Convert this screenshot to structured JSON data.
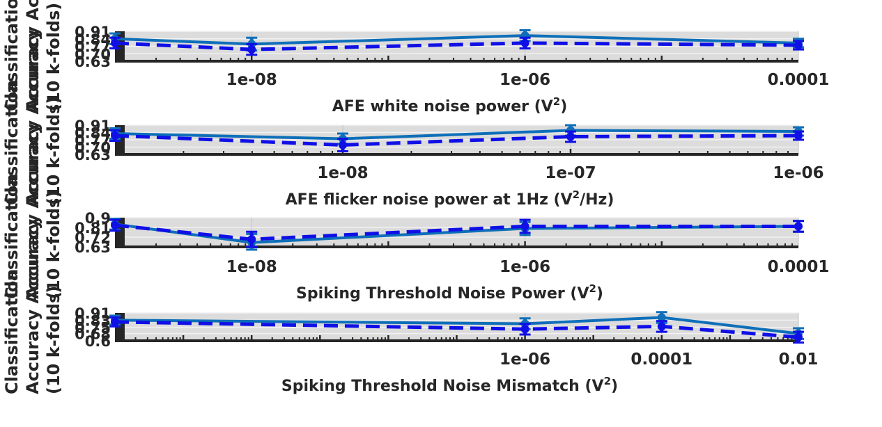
{
  "figure": {
    "ylabel_lines": [
      "Classification",
      "Accuracy Accuracy",
      "(10 k-folds)"
    ]
  },
  "colors": {
    "panel_bg": "#dcdcdc",
    "grid": "#f2f2f2",
    "axis": "#262626",
    "test_line": "#0e6fb8",
    "train_line": "#1010e6"
  },
  "chart_data": [
    {
      "type": "line",
      "xscale": "log",
      "xlabel_parts": [
        "AFE white noise power (V",
        "2",
        ")"
      ],
      "xticks": [
        {
          "value": 1e-08,
          "label": "1e-08"
        },
        {
          "value": 1e-06,
          "label": "1e-06"
        },
        {
          "value": 0.0001,
          "label": "0.0001"
        }
      ],
      "xlim": [
        1e-09,
        0.0001
      ],
      "ylim": [
        0.63,
        0.91
      ],
      "yticks": [
        "0.63",
        "0.70",
        "0.77",
        "0.84",
        "0.91"
      ],
      "grid": true,
      "series": [
        {
          "style": "solid",
          "x": [
            1e-09,
            1e-08,
            1e-06,
            0.0001
          ],
          "y": [
            0.84,
            0.79,
            0.87,
            0.8
          ],
          "err": [
            0.05,
            0.06,
            0.05,
            0.04
          ]
        },
        {
          "style": "dashed",
          "x": [
            1e-09,
            1e-08,
            1e-06,
            0.0001
          ],
          "y": [
            0.8,
            0.74,
            0.8,
            0.78
          ],
          "err": [
            0.05,
            0.05,
            0.05,
            0.04
          ]
        }
      ]
    },
    {
      "type": "line",
      "xscale": "log",
      "xlabel_parts": [
        "AFE flicker noise power at 1Hz (V",
        "2",
        "/Hz)"
      ],
      "xticks": [
        {
          "value": 1e-08,
          "label": "1e-08"
        },
        {
          "value": 1e-07,
          "label": "1e-07"
        },
        {
          "value": 1e-06,
          "label": "1e-06"
        }
      ],
      "xlim": [
        1e-09,
        1e-06
      ],
      "ylim": [
        0.63,
        0.91
      ],
      "yticks": [
        "0.63",
        "0.70",
        "0.77",
        "0.84",
        "0.91"
      ],
      "grid": true,
      "series": [
        {
          "style": "solid",
          "x": [
            1e-09,
            1e-08,
            1e-07,
            1e-06
          ],
          "y": [
            0.83,
            0.78,
            0.86,
            0.85
          ],
          "err": [
            0.05,
            0.05,
            0.05,
            0.04
          ]
        },
        {
          "style": "dashed",
          "x": [
            1e-09,
            1e-08,
            1e-07,
            1e-06
          ],
          "y": [
            0.81,
            0.72,
            0.8,
            0.81
          ],
          "err": [
            0.05,
            0.06,
            0.05,
            0.04
          ]
        }
      ]
    },
    {
      "type": "line",
      "xscale": "log",
      "xlabel_parts": [
        "Spiking Threshold Noise Power (V",
        "2",
        ")"
      ],
      "xticks": [
        {
          "value": 1e-08,
          "label": "1e-08"
        },
        {
          "value": 1e-06,
          "label": "1e-06"
        },
        {
          "value": 0.0001,
          "label": "0.0001"
        }
      ],
      "xlim": [
        1e-09,
        0.0001
      ],
      "ylim": [
        0.63,
        0.9
      ],
      "yticks": [
        "0.63",
        "0.72",
        "0.81",
        "0.9"
      ],
      "grid": true,
      "series": [
        {
          "style": "solid",
          "x": [
            1e-09,
            1e-08,
            1e-06,
            0.0001
          ],
          "y": [
            0.84,
            0.67,
            0.8,
            0.82
          ],
          "err": [
            0.05,
            0.08,
            0.06,
            0.05
          ]
        },
        {
          "style": "dashed",
          "x": [
            1e-09,
            1e-08,
            1e-06,
            0.0001
          ],
          "y": [
            0.83,
            0.7,
            0.82,
            0.82
          ],
          "err": [
            0.05,
            0.07,
            0.06,
            0.05
          ]
        }
      ]
    },
    {
      "type": "line",
      "xscale": "log",
      "xlabel_parts": [
        "Spiking Threshold Noise Mismatch (V",
        "2",
        ")"
      ],
      "xticks": [
        {
          "value": 1e-06,
          "label": "1e-06"
        },
        {
          "value": 0.0001,
          "label": "0.0001"
        },
        {
          "value": 0.01,
          "label": "0.01"
        }
      ],
      "xlim": [
        1e-12,
        0.01
      ],
      "ylim": [
        0.6,
        0.91
      ],
      "yticks": [
        "0.6",
        "0.68",
        "0.75",
        "0.83",
        "0.91"
      ],
      "grid": true,
      "series": [
        {
          "style": "solid",
          "x": [
            1e-12,
            1e-06,
            0.0001,
            0.01
          ],
          "y": [
            0.83,
            0.79,
            0.86,
            0.68
          ],
          "err": [
            0.05,
            0.06,
            0.06,
            0.06
          ]
        },
        {
          "style": "dashed",
          "x": [
            1e-12,
            1e-06,
            0.0001,
            0.01
          ],
          "y": [
            0.81,
            0.73,
            0.76,
            0.64
          ],
          "err": [
            0.05,
            0.06,
            0.06,
            0.06
          ]
        }
      ]
    }
  ]
}
